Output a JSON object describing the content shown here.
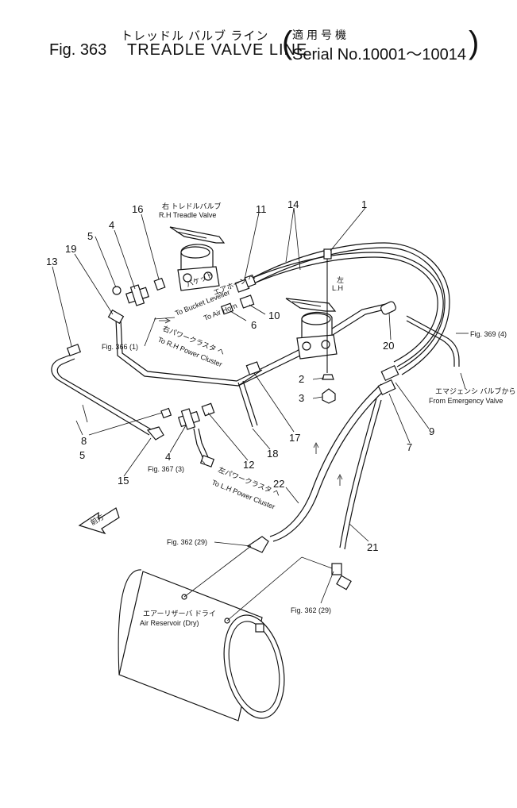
{
  "header": {
    "title_jp": "トレッドル バルブ ライン",
    "fig_label": "Fig. 363",
    "title_en": "TREADLE VALVE LINE",
    "model_jp": "適用号機",
    "serial": "Serial No.10001～10014"
  },
  "parts": {
    "p1": "1",
    "p2": "2",
    "p3": "3",
    "p4a": "4",
    "p4b": "4",
    "p5a": "5",
    "p5b": "5",
    "p6": "6",
    "p7": "7",
    "p8": "8",
    "p9": "9",
    "p10": "10",
    "p11": "11",
    "p12": "12",
    "p13": "13",
    "p14": "14",
    "p15": "15",
    "p16": "16",
    "p17": "17",
    "p18": "18",
    "p19": "19",
    "p20": "20",
    "p21": "21",
    "p22": "22"
  },
  "labels": {
    "rh_valve_jp": "右 トレドルバルブ",
    "rh_valve_en": "R.H Treadle Valve",
    "lh_jp": "左",
    "lh_en": "L.H",
    "bucket_jp": "バケット",
    "bucket_en": "To Bucket Leveller",
    "air_horn_jp": "エアホーン へ",
    "air_horn_en": "To Air Horn",
    "rh_cluster_jp": "右パワークラスタ へ",
    "rh_cluster_en": "To R.H Power Cluster",
    "lh_cluster_jp": "左パワークラスタ へ",
    "lh_cluster_en": "To L.H Power Cluster",
    "fig366": "Fig. 366 (1)",
    "fig367": "Fig. 367 (3)",
    "fig369": "Fig. 369 (4)",
    "fig362a": "Fig. 362 (29)",
    "fig362b": "Fig. 362 (29)",
    "emergency_jp": "エマジェンシ バルブから",
    "emergency_en": "From Emergency Valve",
    "reservoir_jp": "エアーリザーバ ドライ",
    "reservoir_en": "Air Reservoir (Dry)",
    "front_jp": "前方"
  }
}
